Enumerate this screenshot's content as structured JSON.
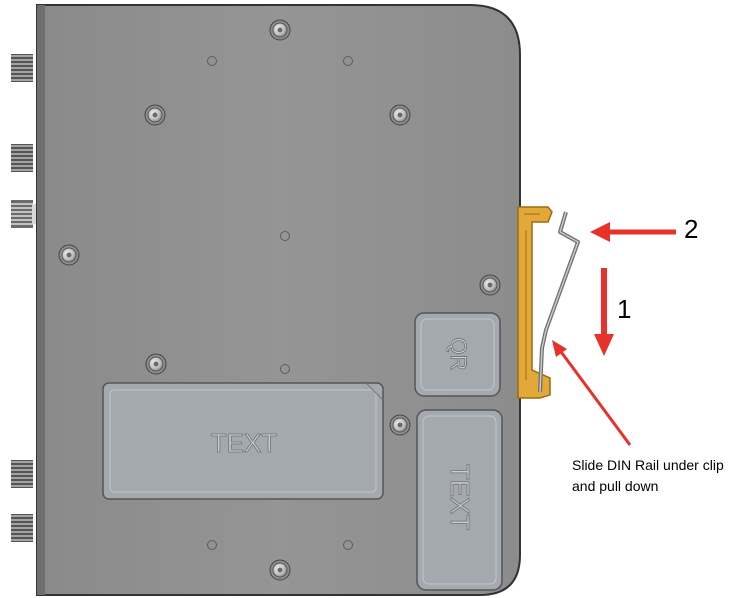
{
  "labels": {
    "qr": "QR",
    "text_large": "TEXT",
    "text_small": "TEXT"
  },
  "steps": {
    "step_1": "1",
    "step_2": "2"
  },
  "instruction": {
    "line_1": "Slide DIN Rail under clip",
    "line_2": "and pull down"
  },
  "colors": {
    "housing": "#8f8f8f",
    "housing_edge": "#3a3a3a",
    "label_area": "#a4a9b0",
    "clip": "#e2a83a",
    "arrow": "#e8312a",
    "rail": "#8c8c8c"
  }
}
